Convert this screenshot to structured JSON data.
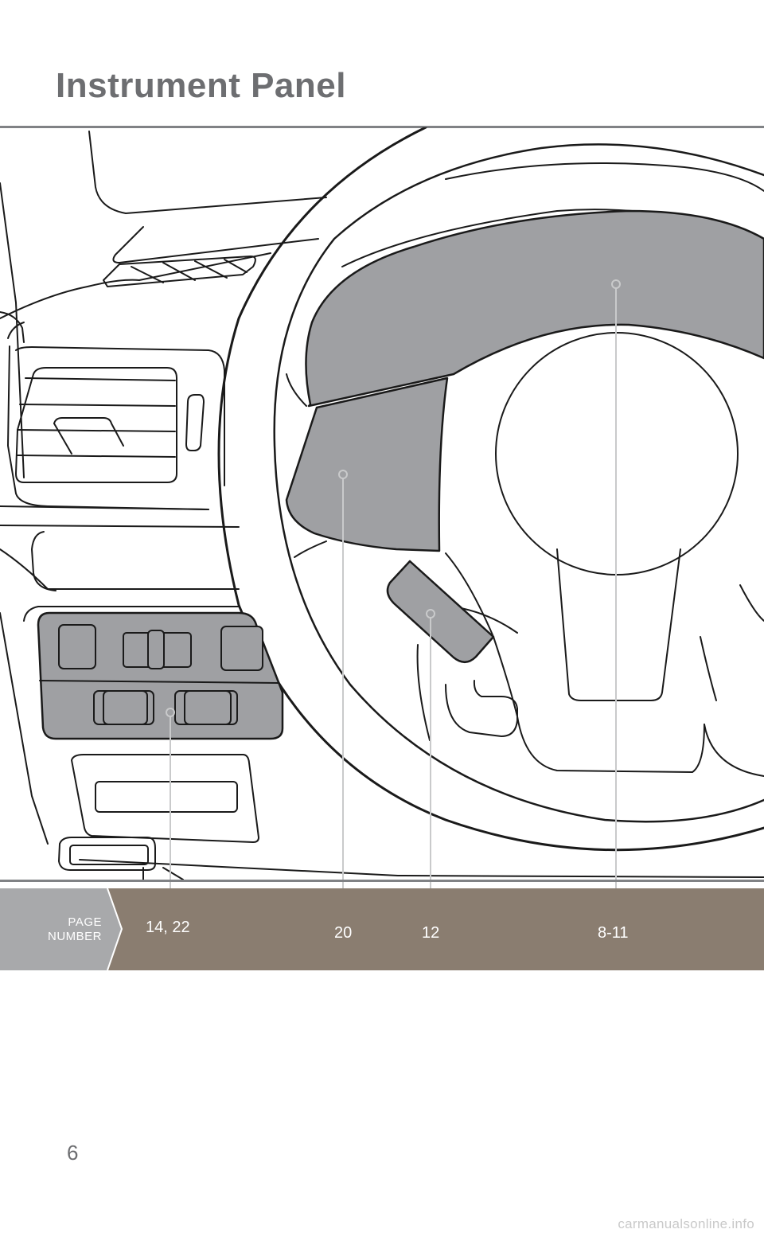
{
  "header": {
    "title": "Instrument Panel"
  },
  "page_band": {
    "label_line1": "PAGE",
    "label_line2": "NUMBER",
    "callouts": [
      {
        "id": "switch-panel",
        "page_ref": "14, 22"
      },
      {
        "id": "combination-switch-lever",
        "page_ref": "20"
      },
      {
        "id": "wiper-lever",
        "page_ref": "12"
      },
      {
        "id": "instrument-cluster",
        "page_ref": "8-11"
      }
    ]
  },
  "footer": {
    "page_number": "6",
    "watermark": "carmanualsonline.info"
  },
  "colors": {
    "title_gray": "#6d6e71",
    "band_brown": "#8a7d70",
    "band_label_gray": "#a8a9ab",
    "highlight_gray": "#9fa0a3",
    "callout_line": "#c9cacb"
  }
}
